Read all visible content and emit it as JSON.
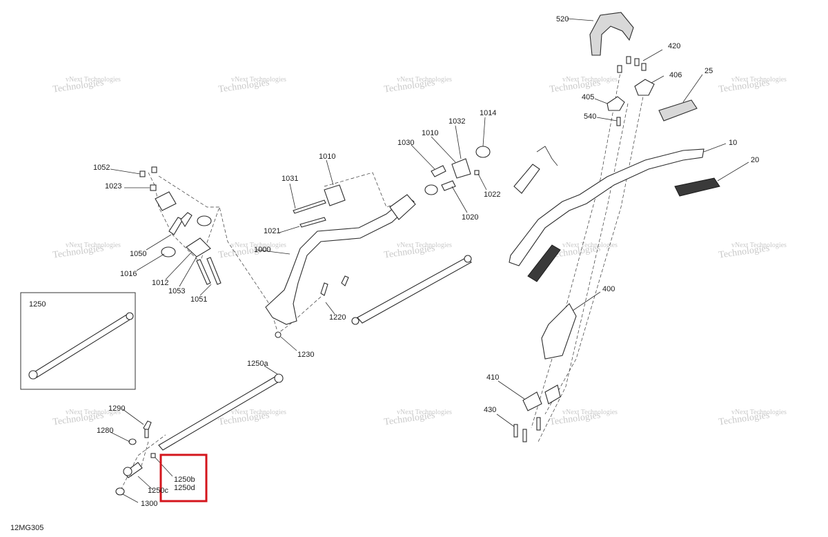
{
  "diagram_code": "12MG305",
  "watermark": {
    "line1": "vNext Technologies",
    "line2": "Technologies"
  },
  "callouts": {
    "c520": "520",
    "c420": "420",
    "c406": "406",
    "c25": "25",
    "c405": "405",
    "c540": "540",
    "c10": "10",
    "c20": "20",
    "c1014": "1014",
    "c1032": "1032",
    "c1010a": "1010",
    "c1030": "1030",
    "c1010b": "1010",
    "c1031": "1031",
    "c1022": "1022",
    "c1020": "1020",
    "c1052": "1052",
    "c1023": "1023",
    "c1021": "1021",
    "c1000": "1000",
    "c1050": "1050",
    "c1016": "1016",
    "c1012": "1012",
    "c1053": "1053",
    "c1051": "1051",
    "c1220": "1220",
    "c1230": "1230",
    "c400": "400",
    "c1250": "1250",
    "c1250a": "1250a",
    "c410": "410",
    "c430": "430",
    "c1290": "1290",
    "c1280": "1280",
    "c1250c": "1250c",
    "c1250b": "1250b",
    "c1250d": "1250d",
    "c1300": "1300"
  }
}
